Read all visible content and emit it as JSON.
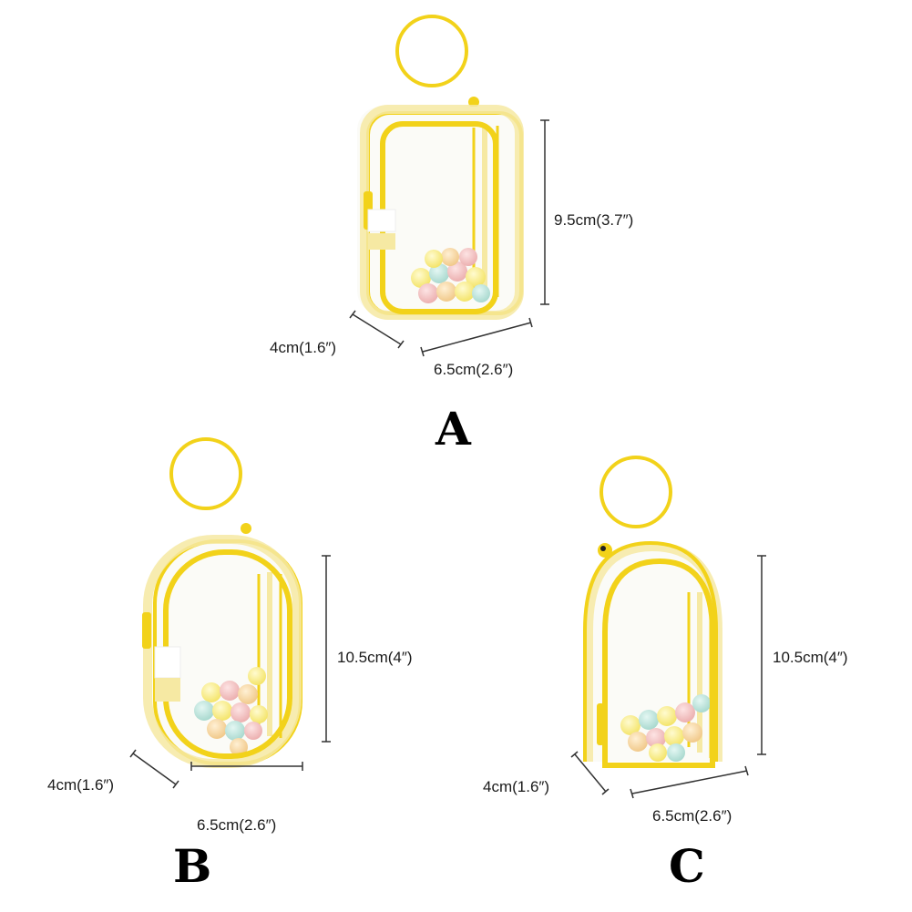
{
  "colors": {
    "background": "#ffffff",
    "frame": "#f2d21a",
    "frame_dark": "#e0b800",
    "zipper_tape": "#f6e9a3",
    "clear_pvc": "#fbfbf7",
    "dimension_line": "#333333",
    "balls": [
      "#f9f08a",
      "#f5c4c4",
      "#bfe6df",
      "#f9dca8",
      "#fae07a"
    ]
  },
  "icons": {
    "pouch": "clear-pvc-pouch-icon",
    "ring": "key-ring-handle-icon",
    "zipper": "zipper-pull-icon"
  },
  "variants": [
    {
      "letter": "A",
      "shape": "rounded-rectangle",
      "height": "9.5cm(3.7″)",
      "width": "6.5cm(2.6″)",
      "depth": "4cm(1.6″)"
    },
    {
      "letter": "B",
      "shape": "oval",
      "height": "10.5cm(4″)",
      "width": "6.5cm(2.6″)",
      "depth": "4cm(1.6″)"
    },
    {
      "letter": "C",
      "shape": "arch",
      "height": "10.5cm(4″)",
      "width": "6.5cm(2.6″)",
      "depth": "4cm(1.6″)"
    }
  ]
}
